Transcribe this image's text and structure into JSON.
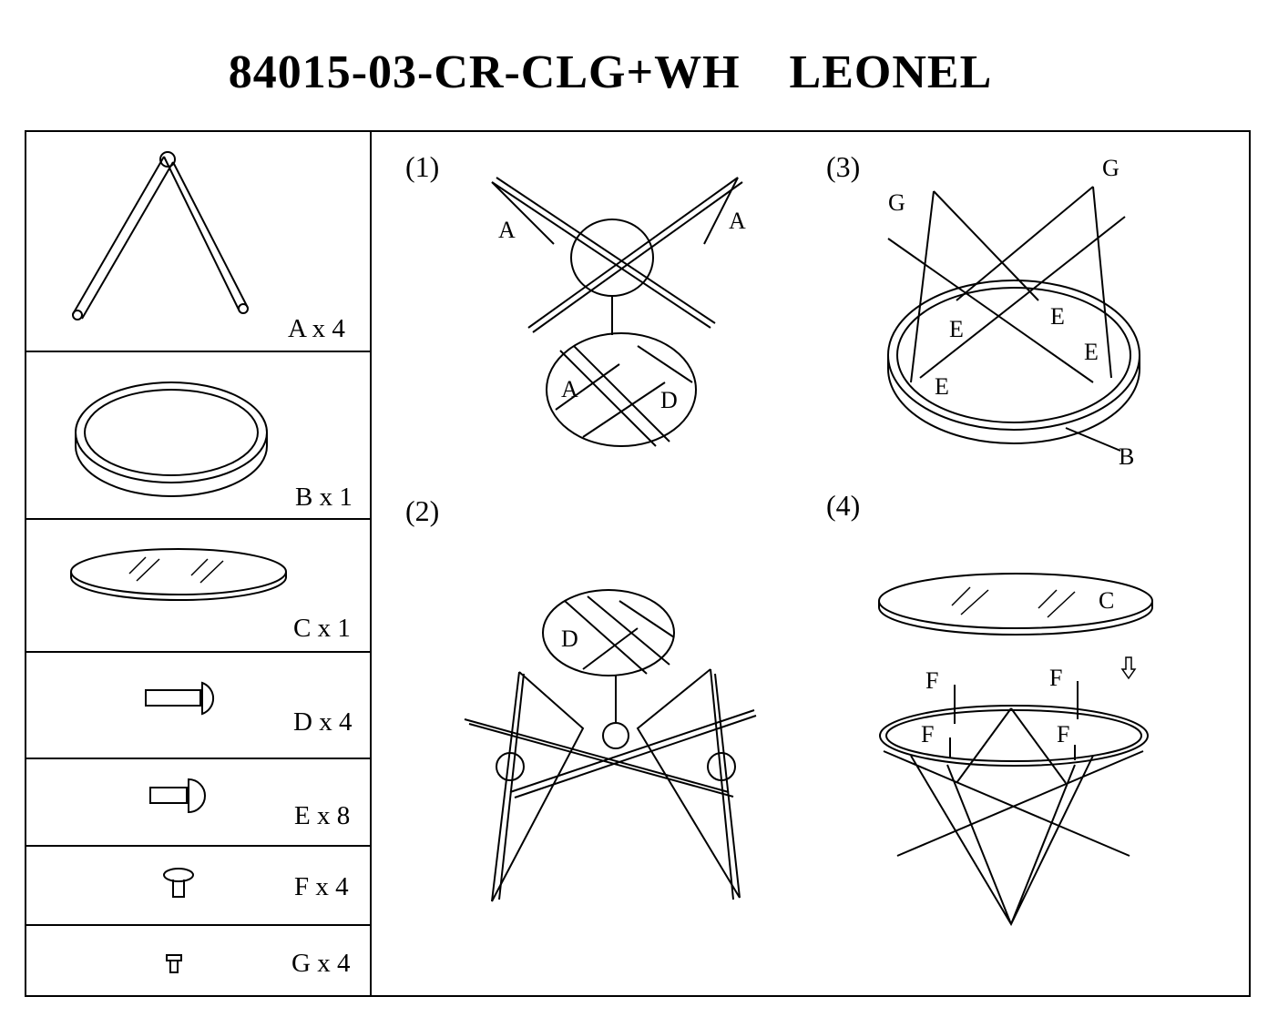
{
  "title": "84015-03-CR-CLG+WH    LEONEL",
  "parts": [
    {
      "label": "A x 4"
    },
    {
      "label": "B x 1"
    },
    {
      "label": "C x 1"
    },
    {
      "label": "D x 4"
    },
    {
      "label": "E x 8"
    },
    {
      "label": "F x 4"
    },
    {
      "label": "G x 4"
    }
  ],
  "steps": [
    {
      "number": "(1)",
      "callouts": [
        "A",
        "A",
        "A",
        "D"
      ]
    },
    {
      "number": "(2)",
      "callouts": [
        "D"
      ]
    },
    {
      "number": "(3)",
      "callouts": [
        "G",
        "G",
        "E",
        "E",
        "E",
        "E",
        "B"
      ]
    },
    {
      "number": "(4)",
      "callouts": [
        "C",
        "F",
        "F",
        "F",
        "F"
      ]
    }
  ]
}
